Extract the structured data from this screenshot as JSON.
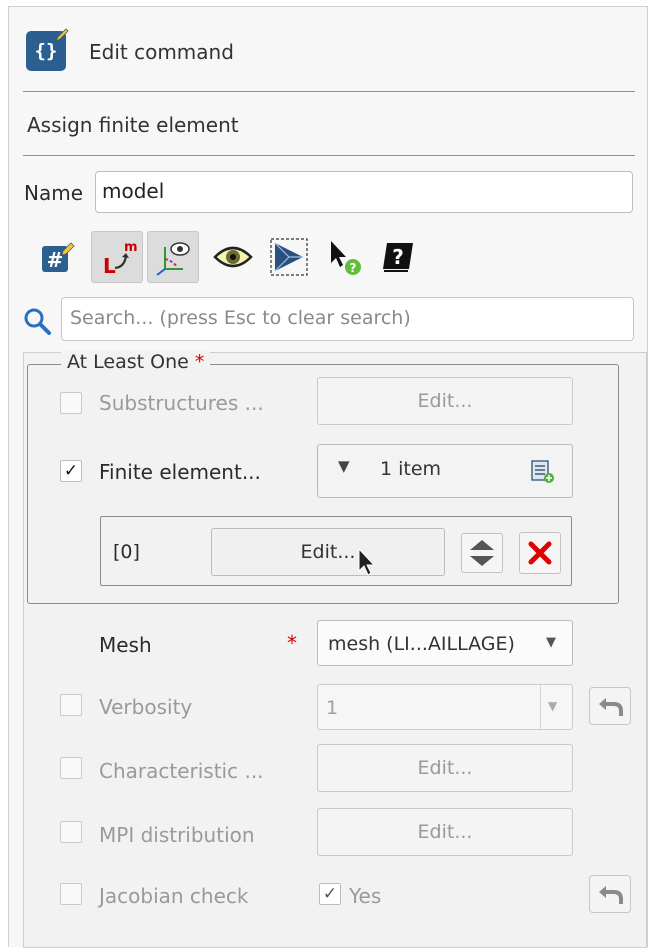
{
  "header": {
    "title": "Edit command",
    "icon": "braces-edit-icon"
  },
  "subtitle": "Assign finite element",
  "name_field": {
    "label": "Name",
    "value": "model"
  },
  "toolbar": {
    "items": [
      {
        "icon": "hash-edit-icon"
      },
      {
        "icon": "l-m-arrow-icon",
        "pressed": true
      },
      {
        "icon": "axes-eye-icon",
        "pressed": true
      },
      {
        "icon": "eye-icon"
      },
      {
        "icon": "mesh-view-icon"
      },
      {
        "icon": "pointer-help-icon"
      },
      {
        "icon": "book-help-icon"
      }
    ]
  },
  "search": {
    "placeholder": "Search... (press Esc to clear search)"
  },
  "group": {
    "title": "At Least One",
    "required_mark": "*",
    "rows": {
      "substructures": {
        "label": "Substructures ...",
        "checked": false,
        "button": "Edit..."
      },
      "finite_element": {
        "label": "Finite element...",
        "checked": true,
        "check_glyph": "✓",
        "combo_value": "1 item"
      },
      "item0": {
        "index": "[0]",
        "button": "Edit..."
      }
    }
  },
  "mesh": {
    "label": "Mesh",
    "required_mark": "*",
    "value": "mesh (LI...AILLAGE)"
  },
  "verbosity": {
    "label": "Verbosity",
    "value": "1"
  },
  "characteristic": {
    "label": "Characteristic ...",
    "button": "Edit..."
  },
  "mpi": {
    "label": "MPI distribution",
    "button": "Edit..."
  },
  "jacobian": {
    "label": "Jacobian check",
    "yes_label": "Yes",
    "yes_glyph": "✓"
  },
  "colors": {
    "accent": "#2b5f8f",
    "required": "#d10000",
    "delete": "#e00000"
  }
}
